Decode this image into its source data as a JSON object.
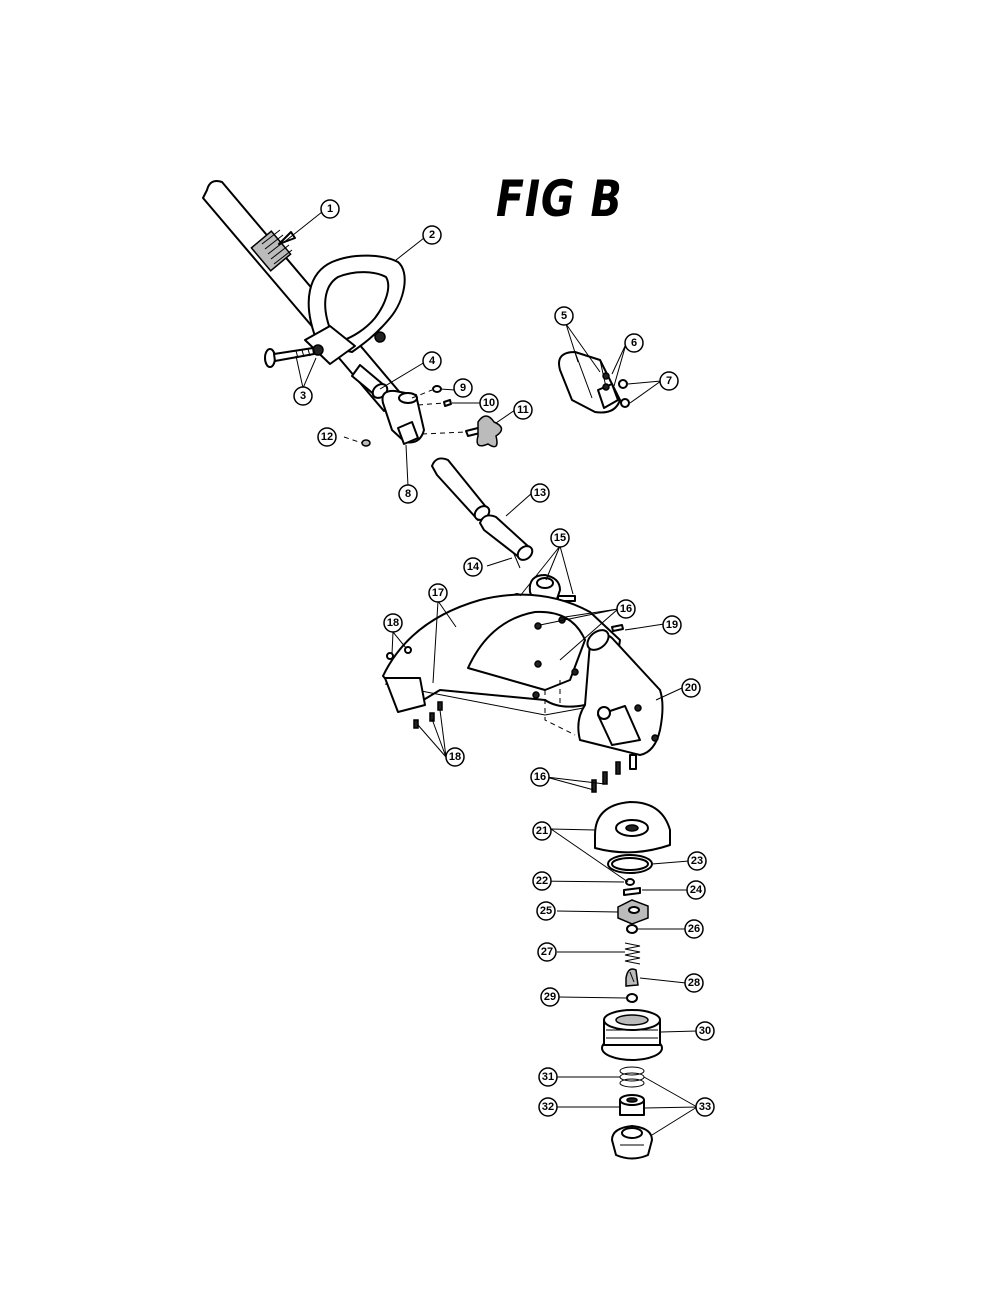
{
  "figure": {
    "title": "FIG B"
  },
  "callouts": [
    {
      "label": "1"
    },
    {
      "label": "2"
    },
    {
      "label": "3"
    },
    {
      "label": "4"
    },
    {
      "label": "5"
    },
    {
      "label": "6"
    },
    {
      "label": "7"
    },
    {
      "label": "8"
    },
    {
      "label": "9"
    },
    {
      "label": "10"
    },
    {
      "label": "11"
    },
    {
      "label": "12"
    },
    {
      "label": "13"
    },
    {
      "label": "14"
    },
    {
      "label": "15"
    },
    {
      "label": "16"
    },
    {
      "label": "16"
    },
    {
      "label": "17"
    },
    {
      "label": "18"
    },
    {
      "label": "18"
    },
    {
      "label": "19"
    },
    {
      "label": "20"
    },
    {
      "label": "21"
    },
    {
      "label": "22"
    },
    {
      "label": "23"
    },
    {
      "label": "24"
    },
    {
      "label": "25"
    },
    {
      "label": "26"
    },
    {
      "label": "27"
    },
    {
      "label": "28"
    },
    {
      "label": "29"
    },
    {
      "label": "30"
    },
    {
      "label": "31"
    },
    {
      "label": "32"
    },
    {
      "label": "33"
    }
  ]
}
